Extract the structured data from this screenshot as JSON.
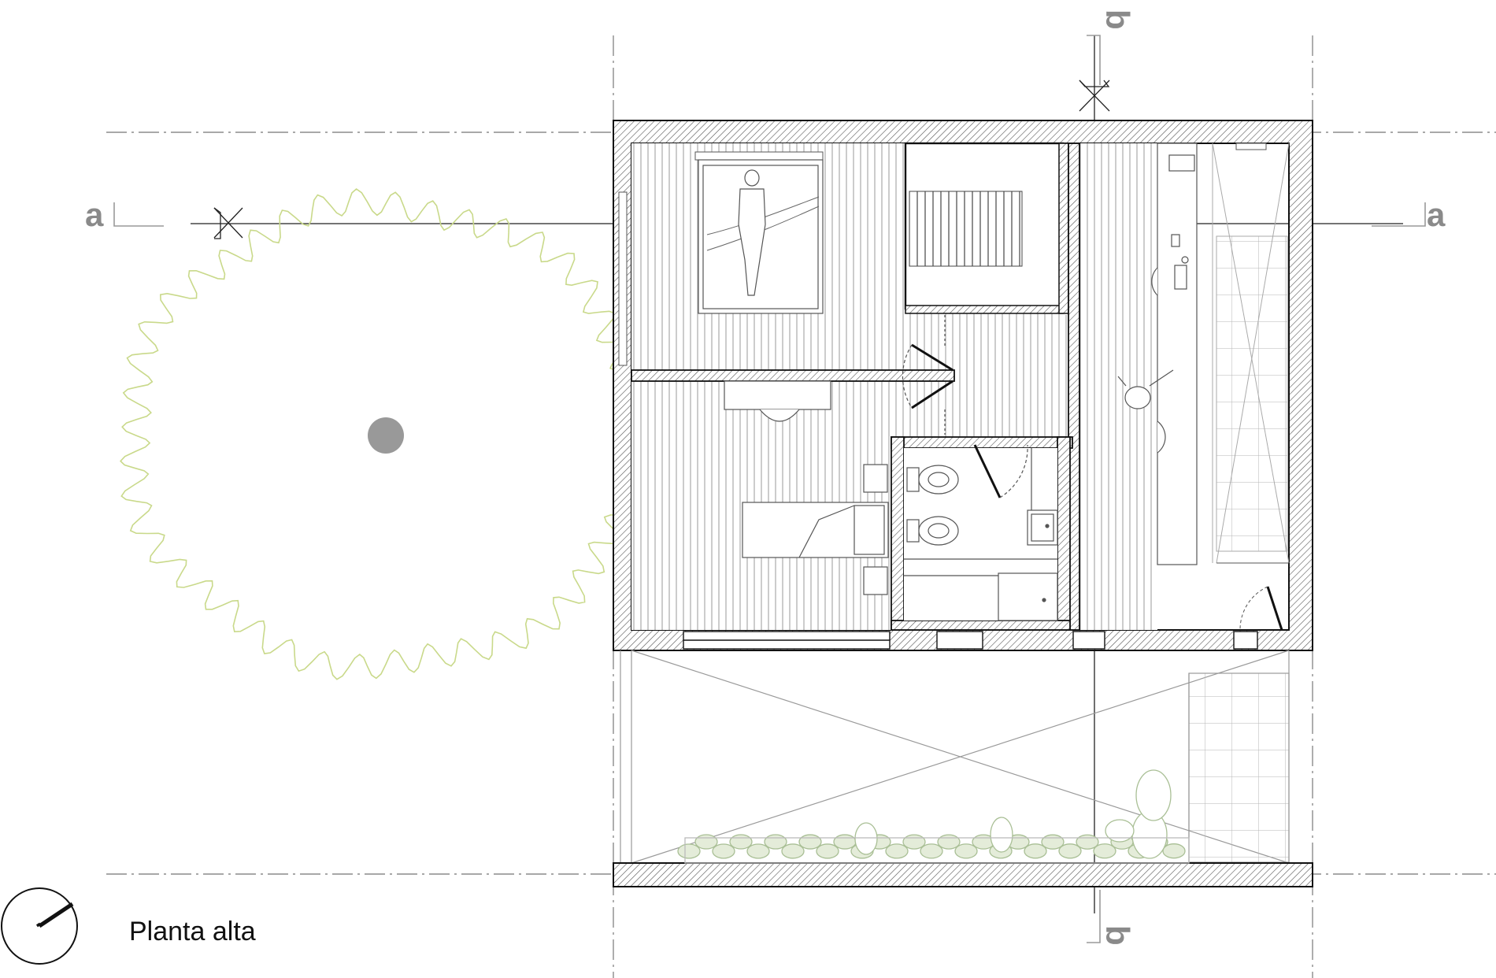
{
  "title": "Planta alta",
  "section_marks": {
    "a_left": "a",
    "a_right": "a",
    "b_top": "b",
    "b_bottom": "b"
  },
  "colors": {
    "wall_line": "#111111",
    "hatch": "#555555",
    "floor_lines": "#9a9a9a",
    "axis_line": "#8c8c8c",
    "tree_canopy": "#c9d98a",
    "tree_trunk": "#999999",
    "planting": "#a9bf95",
    "label": "#8a8a8a"
  },
  "icons": [
    "north-arrow-icon",
    "tree-icon",
    "bed-icon",
    "toilet-icon",
    "bidet-icon",
    "sink-icon",
    "human-figure-icon",
    "plant-icon"
  ]
}
